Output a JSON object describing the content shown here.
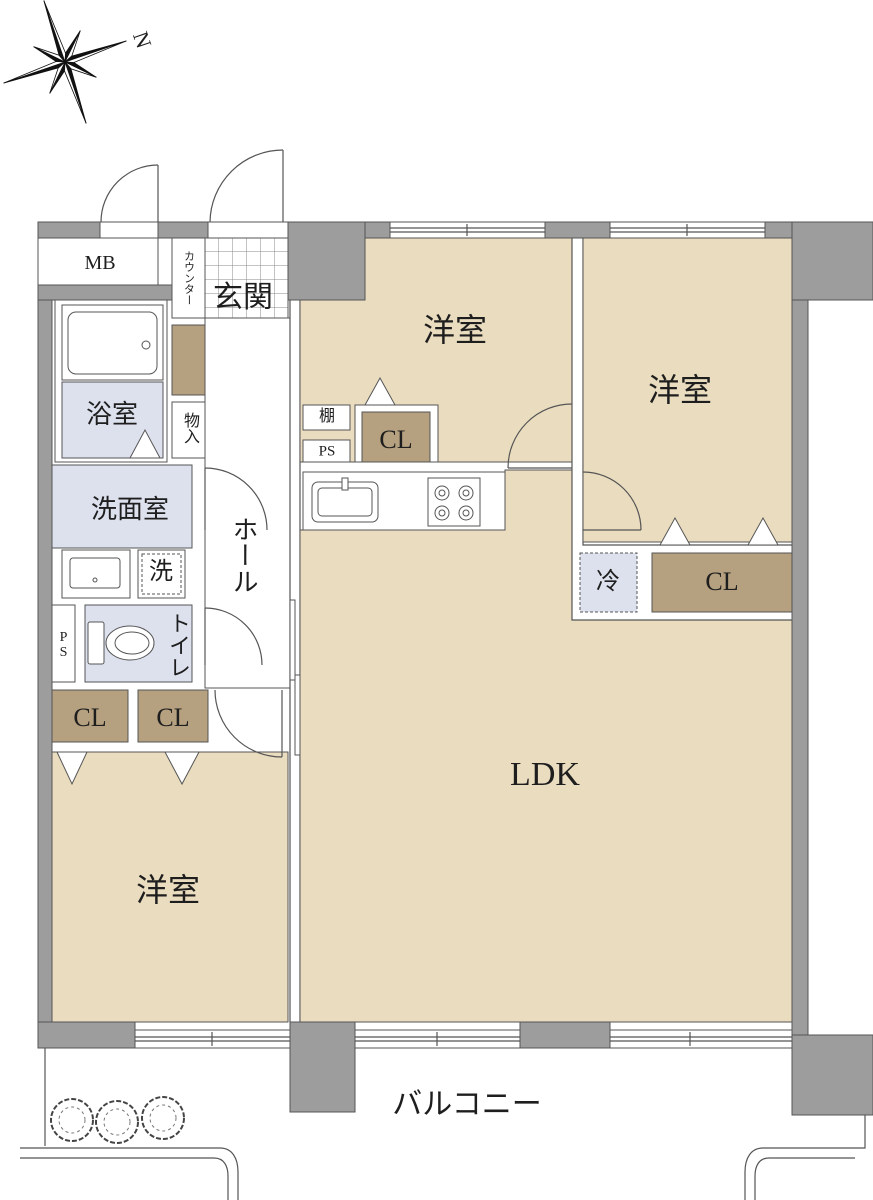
{
  "compass": {
    "north_label": "N"
  },
  "labels": {
    "mb": "MB",
    "counter": "カウンター",
    "entrance": "玄関",
    "western_room_top": "洋室",
    "western_room_right": "洋室",
    "western_room_left": "洋室",
    "bathroom": "浴室",
    "storage": "物入",
    "shelf": "棚",
    "ps_kitchen": "PS",
    "closet_top": "CL",
    "washroom": "洗面室",
    "hall": "ホール",
    "washer": "洗",
    "fridge": "冷",
    "closet_right": "CL",
    "ps_toilet": "PS",
    "toilet": "トイレ",
    "closet_left_1": "CL",
    "closet_left_2": "CL",
    "ldk": "LDK",
    "balcony": "バルコニー"
  },
  "colors": {
    "wall": "#9d9d9d",
    "room": "#eadcbf",
    "closet": "#b5a07f",
    "wet_area": "#dde1ee",
    "line": "#555555"
  }
}
